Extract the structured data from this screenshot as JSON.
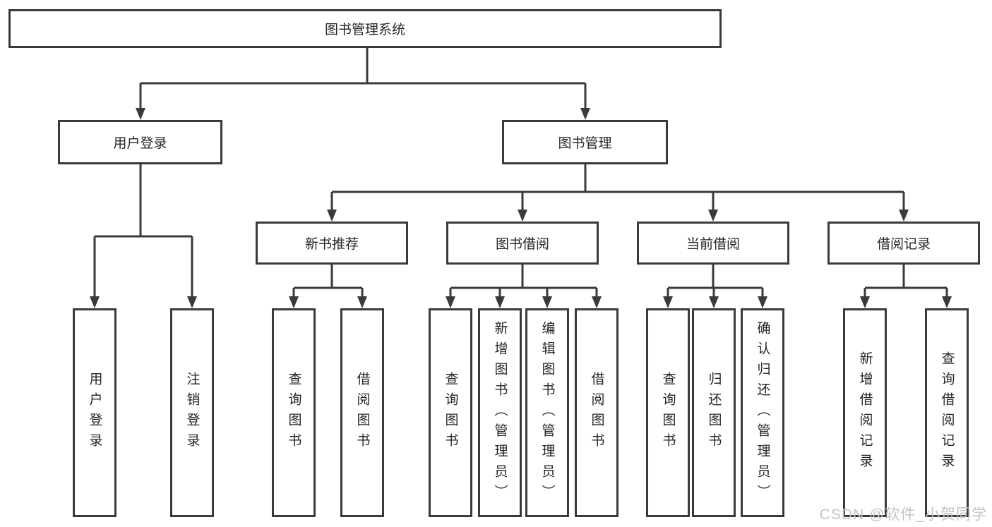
{
  "nodes": {
    "root": "图书管理系统",
    "level1": [
      "用户登录",
      "图书管理"
    ],
    "level2": [
      "新书推荐",
      "图书借阅",
      "当前借阅",
      "借阅记录"
    ],
    "leaves": {
      "login": [
        "用户登录",
        "注销登录"
      ],
      "recommend": [
        "查询图书",
        "借阅图书"
      ],
      "borrow": [
        "查询图书",
        "新增图书（管理员）",
        "编辑图书（管理员）",
        "借阅图书"
      ],
      "current": [
        "查询图书",
        "归还图书",
        "确认归还（管理员）"
      ],
      "records": [
        "新增借阅记录",
        "查询借阅记录"
      ]
    }
  },
  "watermark": "CSDN @软件_小贺同学",
  "colors": {
    "line": "#3a3a3a",
    "text": "#262626",
    "watermark": "#c3c3c8",
    "background": "#ffffff"
  }
}
